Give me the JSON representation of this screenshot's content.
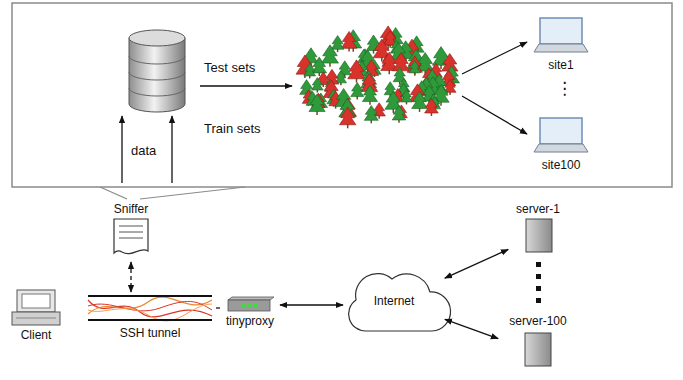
{
  "diagram": {
    "nodes": [
      {
        "text": [
          "site1"
        ]
      },
      {
        "text": [
          "site100"
        ]
      },
      {
        "text": [
          "Sniffer"
        ]
      },
      {
        "text": [
          "Client"
        ]
      },
      {
        "text": [
          "SSH tunnel"
        ]
      },
      {
        "text": [
          "tinyproxy"
        ]
      },
      {
        "text": [
          "Internet"
        ]
      },
      {
        "text": [
          "server-1"
        ]
      },
      {
        "text": [
          "server-100"
        ]
      }
    ],
    "edges": [
      {
        "from": 2,
        "to": 4,
        "arrow": "both"
      },
      {
        "from": 4,
        "to": 5,
        "arrow": "none"
      },
      {
        "from": 5,
        "to": 6,
        "arrow": "both"
      },
      {
        "from": 6,
        "to": 7,
        "arrow": "both"
      },
      {
        "from": 6,
        "to": 8,
        "arrow": "both"
      }
    ],
    "labels": [
      "Test sets",
      "Train sets",
      "data",
      "⋮"
    ]
  }
}
